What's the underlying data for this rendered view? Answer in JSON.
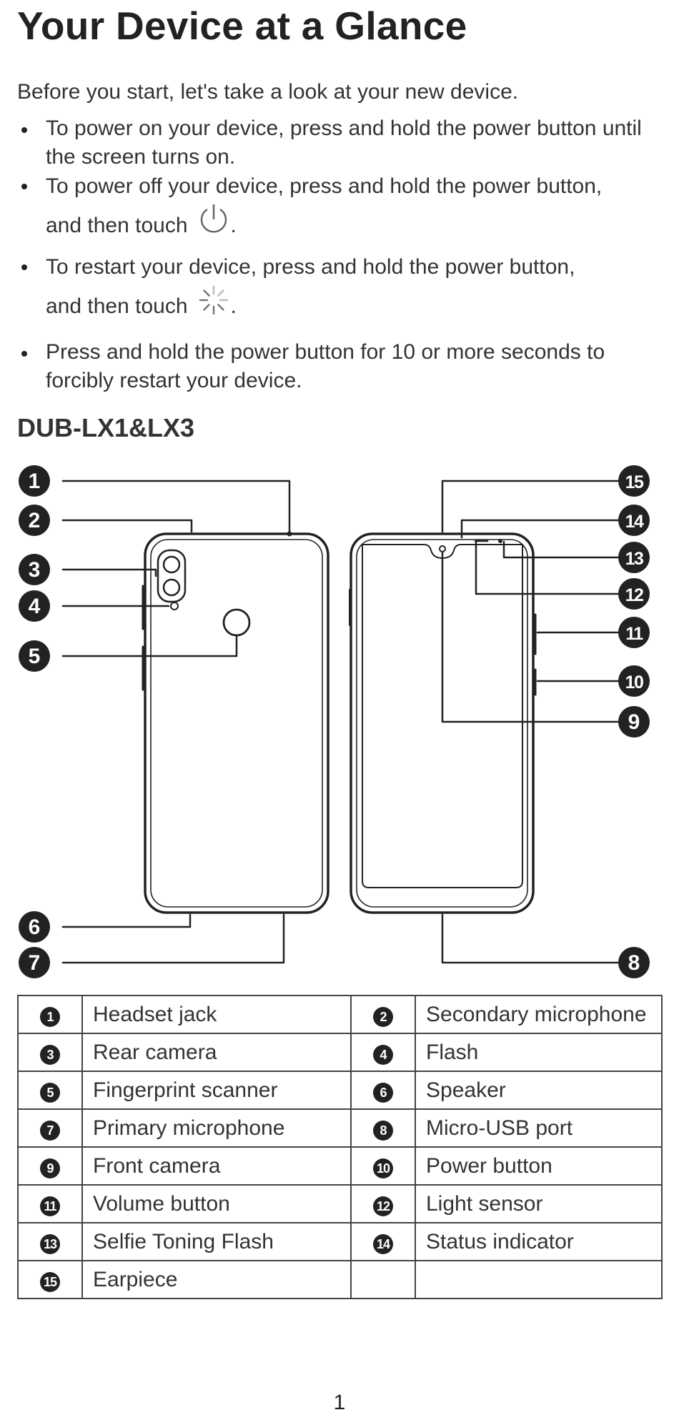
{
  "title": "Your Device at a Glance",
  "intro": "Before you start, let's take a look at your new device.",
  "bullets": [
    "To power on your device, press and hold the power button until the screen turns on.",
    "To power off your device, press and hold the power button,",
    "and then touch",
    "To restart your device, press and hold the power button,",
    "and then touch",
    "Press and hold the power button for 10 or more seconds to forcibly restart your device."
  ],
  "icons": {
    "power_off": "power-icon",
    "restart": "restart-spinner-icon"
  },
  "model_heading": "DUB-LX1&LX3",
  "callouts": [
    "1",
    "2",
    "3",
    "4",
    "5",
    "6",
    "7",
    "8",
    "9",
    "10",
    "11",
    "12",
    "13",
    "14",
    "15"
  ],
  "legend": [
    {
      "num": "1",
      "label": "Headset jack"
    },
    {
      "num": "2",
      "label": "Secondary microphone"
    },
    {
      "num": "3",
      "label": "Rear camera"
    },
    {
      "num": "4",
      "label": "Flash"
    },
    {
      "num": "5",
      "label": "Fingerprint scanner"
    },
    {
      "num": "6",
      "label": "Speaker"
    },
    {
      "num": "7",
      "label": "Primary microphone"
    },
    {
      "num": "8",
      "label": "Micro-USB port"
    },
    {
      "num": "9",
      "label": "Front camera"
    },
    {
      "num": "10",
      "label": "Power button"
    },
    {
      "num": "11",
      "label": "Volume button"
    },
    {
      "num": "12",
      "label": "Light sensor"
    },
    {
      "num": "13",
      "label": "Selfie Toning Flash"
    },
    {
      "num": "14",
      "label": "Status indicator"
    },
    {
      "num": "15",
      "label": "Earpiece"
    }
  ],
  "page_number": "1"
}
